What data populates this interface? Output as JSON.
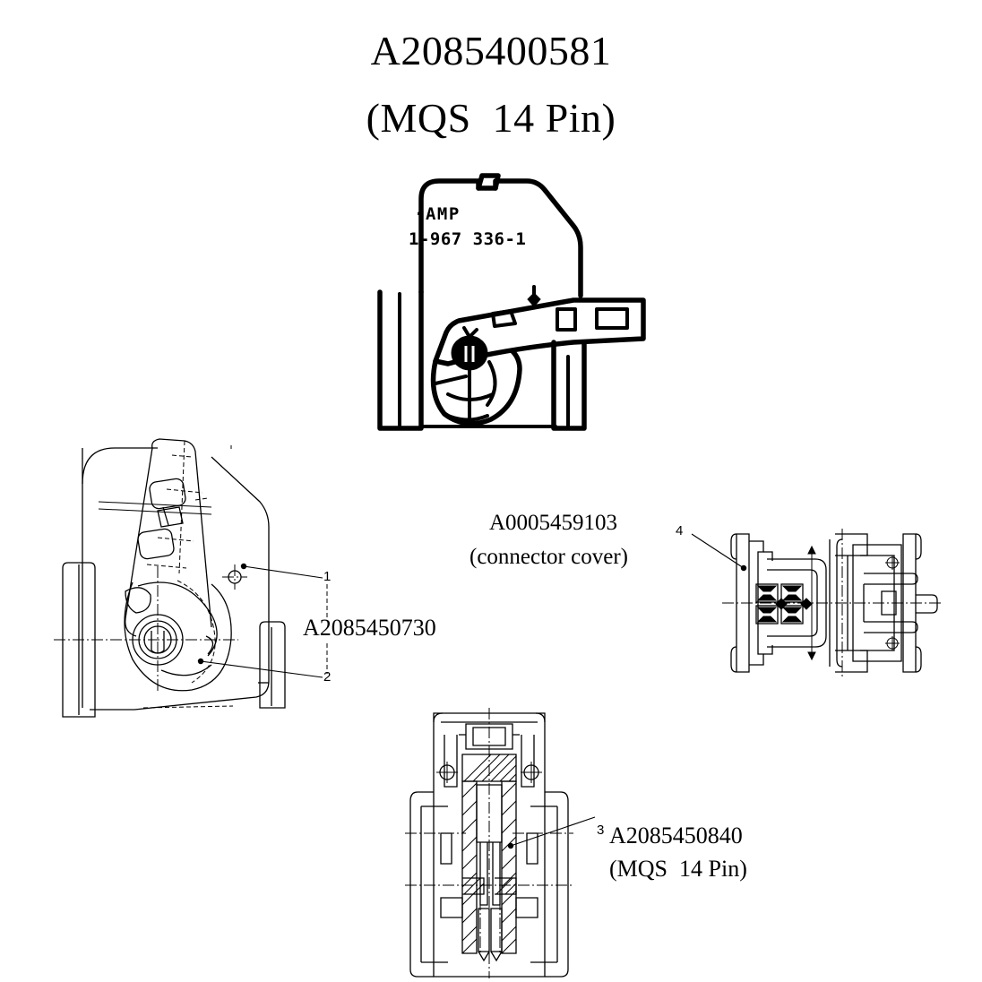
{
  "drawing": {
    "title_line1": "A2085400581",
    "title_line2": "(MQS  14 Pin)",
    "background": "#ffffff",
    "ink": "#000000"
  },
  "top_view": {
    "name": "lever-connector-top-view",
    "molded_text_line1": "·AMP",
    "molded_text_line2": "1-967 336-1"
  },
  "left_view": {
    "name": "lever-connector-side-view",
    "callouts": [
      {
        "number": "1"
      },
      {
        "number": "2"
      }
    ],
    "part_label": "A2085450730"
  },
  "cover_view": {
    "name": "connector-cover-section-view",
    "part_label_line1": "A0005459103",
    "part_label_line2": "(connector cover)",
    "callout": "4"
  },
  "bottom_view": {
    "name": "mqs-connector-section-view",
    "callout": "3",
    "part_label_line1": "A2085450840",
    "part_label_line2": "(MQS  14 Pin)"
  }
}
